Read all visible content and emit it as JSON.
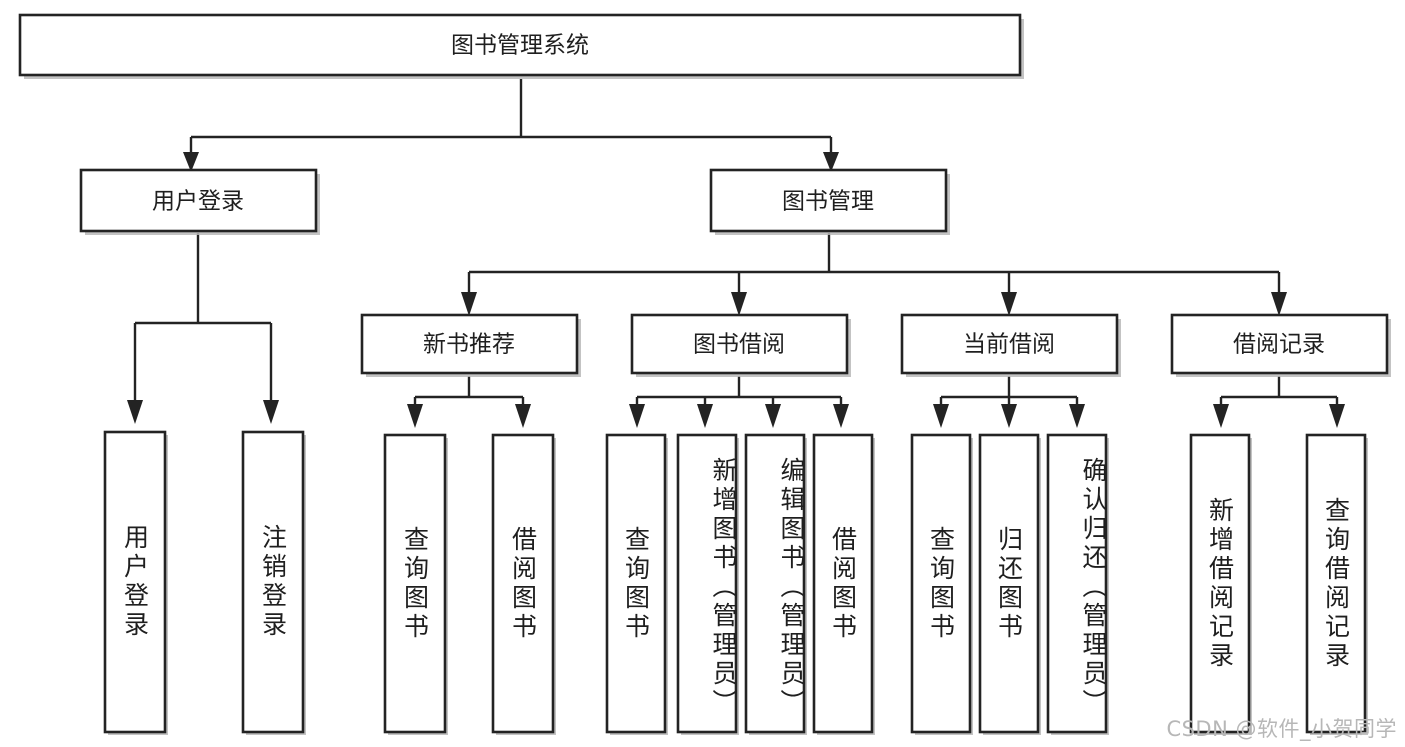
{
  "diagram": {
    "title": "图书管理系统",
    "watermark": "CSDN @软件_小贺同学",
    "colors": {
      "box_stroke": "#232323",
      "box_fill": "#ffffff",
      "text": "#1f1f1f",
      "shadow": "#b9b9b9",
      "watermark": "#b7b7b7"
    },
    "root": {
      "label": "图书管理系统"
    },
    "level2": [
      {
        "label": "用户登录"
      },
      {
        "label": "图书管理"
      }
    ],
    "level3": [
      {
        "label": "新书推荐"
      },
      {
        "label": "图书借阅"
      },
      {
        "label": "当前借阅"
      },
      {
        "label": "借阅记录"
      }
    ],
    "leaves": {
      "user_login": [
        {
          "label": "用户登录"
        },
        {
          "label": "注销登录"
        }
      ],
      "new_book_recommend": [
        {
          "label": "查询图书"
        },
        {
          "label": "借阅图书"
        }
      ],
      "book_borrow": [
        {
          "label": "查询图书"
        },
        {
          "label": "新增图书（管理员）"
        },
        {
          "label": "编辑图书（管理员）"
        },
        {
          "label": "借阅图书"
        }
      ],
      "current_borrow": [
        {
          "label": "查询图书"
        },
        {
          "label": "归还图书"
        },
        {
          "label": "确认归还（管理员）"
        }
      ],
      "borrow_record": [
        {
          "label": "新增借阅记录"
        },
        {
          "label": "查询借阅记录"
        }
      ]
    }
  }
}
